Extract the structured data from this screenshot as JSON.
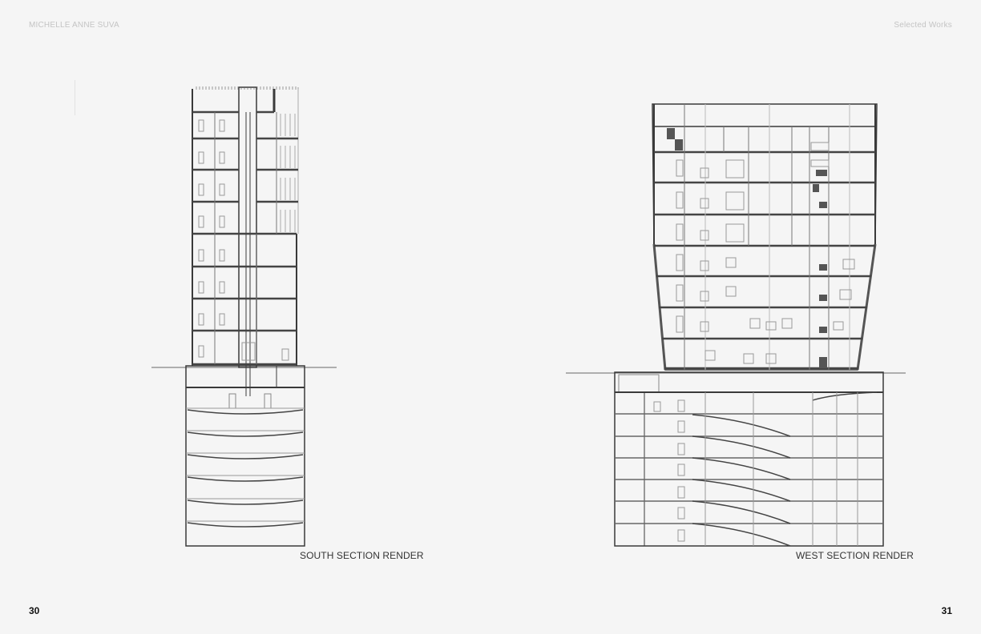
{
  "header": {
    "author": "MICHELLE ANNE SUVA",
    "section": "Selected Works"
  },
  "pages": {
    "left_number": "30",
    "right_number": "31"
  },
  "drawings": [
    {
      "caption": "SOUTH SECTION RENDER"
    },
    {
      "caption": "WEST SECTION RENDER"
    }
  ]
}
